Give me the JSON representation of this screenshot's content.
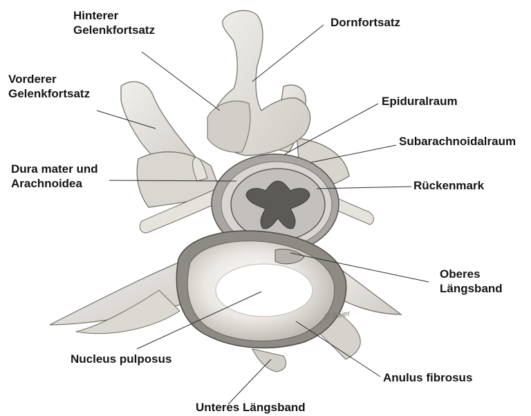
{
  "labels": {
    "hinterer": [
      "Hinterer",
      "Gelenkfortsatz"
    ],
    "dornfortsatz": "Dornfortsatz",
    "vorderer": [
      "Vorderer",
      "Gelenkfortsatz"
    ],
    "epiduralraum": "Epiduralraum",
    "subarachnoidalraum": "Subarachnoidalraum",
    "dura": [
      "Dura mater und",
      "Arachnoidea"
    ],
    "rueckenmark": "Rückenmark",
    "oberes": [
      "Oberes",
      "Längsband"
    ],
    "nucleus": "Nucleus pulposus",
    "anulus": "Anulus fibrosus",
    "unteres": "Unteres Längsband"
  },
  "signature": "D.Beier",
  "colors": {
    "ink": "#141414",
    "bone": "#e9e6e1",
    "bone_shadow": "#8e8a84",
    "grey_matter": "#5c5a57",
    "white_matter": "#c4c1bc"
  }
}
